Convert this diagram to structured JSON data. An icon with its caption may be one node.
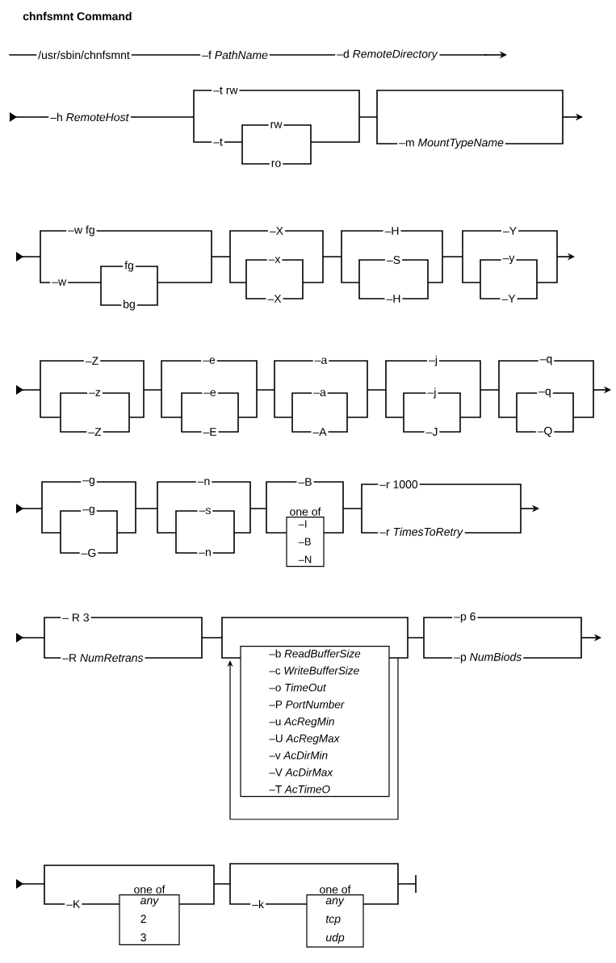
{
  "diagram": {
    "title": "chnfsmnt Command",
    "nodes": [
      {
        "text": [
          "one of",
          "–I",
          "–B",
          "–N"
        ]
      },
      {
        "text": [
          "–b *ReadBufferSize*",
          "–c *WriteBufferSize*",
          "–o *TimeOut*",
          "–P *PortNumber*",
          "–u *AcRegMin*",
          "–U *AcRegMax*",
          "–v *AcDirMin*",
          "–V *AcDirMax*",
          "–T *AcTimeO*"
        ]
      },
      {
        "text": [
          "one of",
          "any",
          "2",
          "3"
        ]
      },
      {
        "text": [
          "one of",
          "any",
          "tcp",
          "udp"
        ]
      }
    ],
    "labels": [
      "/usr/sbin/chnfsmnt",
      "–f *PathName*",
      "–d *RemoteDirectory*",
      "–h *RemoteHost*",
      "–t rw",
      "–t",
      "rw",
      "ro",
      "–m *MountTypeName*",
      "–w fg",
      "–w",
      "fg",
      "bg",
      "–X",
      "–x",
      "–X",
      "–H",
      "–S",
      "–H",
      "–Y",
      "–y",
      "–Y",
      "–Z",
      "–z",
      "–Z",
      "–e",
      "–e",
      "–E",
      "–a",
      "–a",
      "–A",
      "–j",
      "–j",
      "–J",
      "–q",
      "–q",
      "–Q",
      "–g",
      "–g",
      "–G",
      "–n",
      "–s",
      "–n",
      "–B",
      "–r 1000",
      "–r *TimesToRetry*",
      "– R 3",
      "–R *NumRetrans*",
      "–p 6",
      "–p *NumBiods*",
      "–K",
      "–k"
    ]
  }
}
